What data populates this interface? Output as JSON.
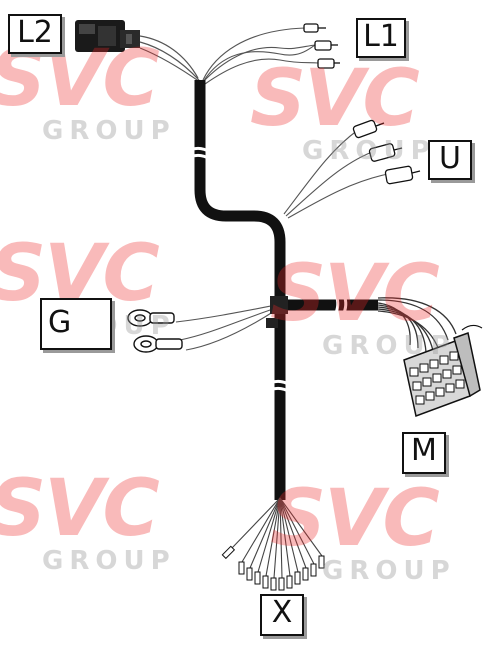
{
  "labels": {
    "l2": "L2",
    "l1": "L1",
    "u": "U",
    "g": "G",
    "m": "M",
    "x": "X"
  },
  "watermark": {
    "brand": "SVC",
    "sub": "GROUP",
    "color": "#e82a2a"
  },
  "colors": {
    "cable": "#111111",
    "wire": "#555555",
    "connector": "#1a1a1a",
    "connector_face": "#d8d8d8"
  }
}
